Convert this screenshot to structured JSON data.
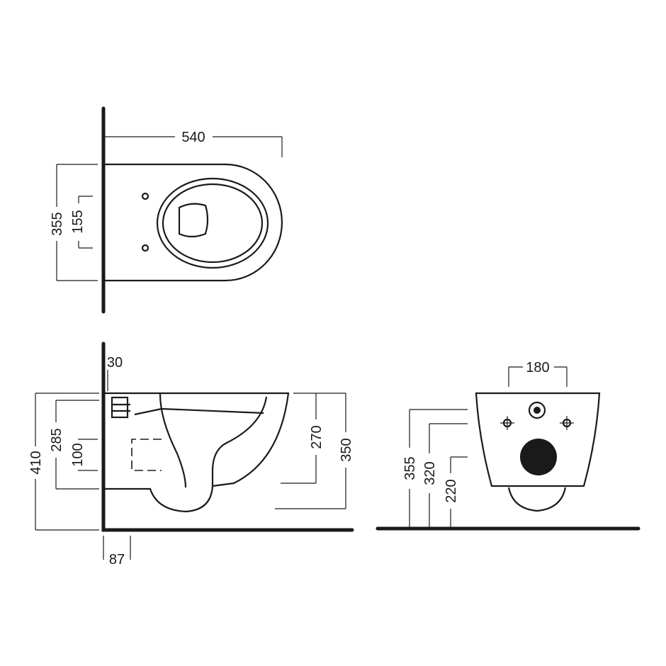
{
  "top_view": {
    "width": "540",
    "depth": "355",
    "seat_offset": "155"
  },
  "side_view": {
    "wall_gap": "30",
    "total_height": "410",
    "inlet_height": "285",
    "fixing_height": "100",
    "bowl_to_rim": "270",
    "rim_to_floor": "350",
    "outlet_depth": "87"
  },
  "rear_view": {
    "fixing_spacing": "180",
    "rim_height": "355",
    "inlet_height": "320",
    "outlet_height": "220"
  }
}
